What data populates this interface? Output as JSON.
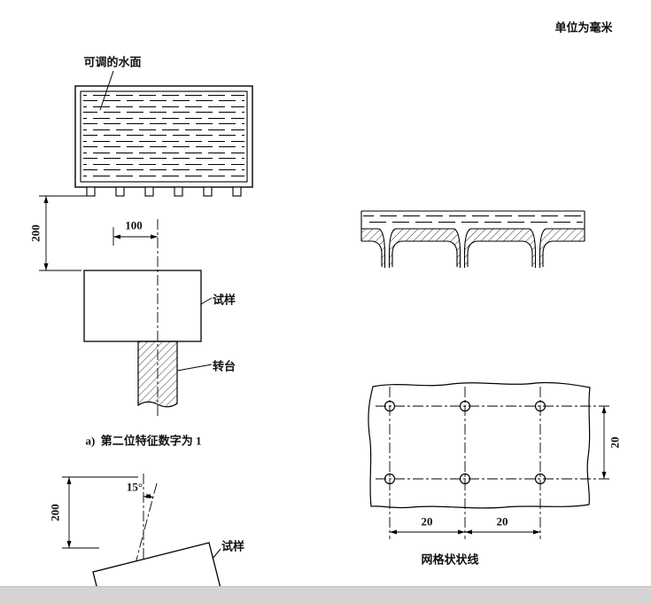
{
  "page": {
    "units_note": "单位为毫米"
  },
  "figure_a": {
    "water_surface_label": "可调的水面",
    "height_dim": "200",
    "width_dim": "100",
    "specimen_label": "试样",
    "turntable_label": "转台",
    "caption": "a)  第二位特征数字为 1"
  },
  "figure_b": {
    "height_dim": "200",
    "angle_dim": "15°",
    "specimen_label": "试样"
  },
  "nozzle_section": {},
  "grid_figure": {
    "row_spacing_dim": "20",
    "col_spacing_dim_1": "20",
    "col_spacing_dim_2": "20",
    "caption": "网格状状线"
  }
}
